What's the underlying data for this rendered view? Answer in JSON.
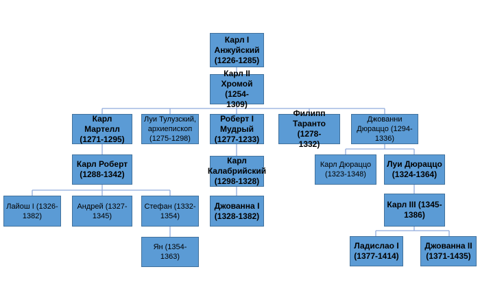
{
  "nodes": {
    "karl1": {
      "text": "Карл I\nАнжуйский\n(1226-1285)"
    },
    "karl2": {
      "text": "Карл II\nХромой (1254-\n1309)"
    },
    "karl_martell": {
      "text": "Карл Мартелл\n(1271-1295)"
    },
    "lui_tuluz": {
      "text": "Луи Тулузский,\nархиепископ\n(1275-1298)"
    },
    "robert1": {
      "text": "Роберт I\nМудрый\n(1277-1233)"
    },
    "filipp": {
      "text": "Филипп\nТаранто  (1278-\n1332)"
    },
    "dzhovanni": {
      "text": "Джованни\nДюраццо (1294-\n1336)"
    },
    "karl_robert": {
      "text": "Карл Роберт\n(1288-1342)"
    },
    "karl_kalabr": {
      "text": "Карл\nКалабрийский\n(1298-1328)"
    },
    "karl_dyur": {
      "text": "Карл Дюраццо\n(1323-1348)"
    },
    "lui_dyur": {
      "text": "Луи Дюраццо\n(1324-1364)"
    },
    "layosh": {
      "text": "Лайош I  (1326-\n1382)"
    },
    "andrey": {
      "text": "Андрей (1327-\n1345)"
    },
    "stefan": {
      "text": "Стефан (1332-\n1354)"
    },
    "dzhovanna1": {
      "text": "Джованна I\n(1328-1382)"
    },
    "karl3": {
      "text": "Карл III (1345-\n1386)"
    },
    "yan": {
      "text": "Ян (1354-1363)"
    },
    "ladislao": {
      "text": "Ладислао I\n(1377-1414)"
    },
    "dzhovanna2": {
      "text": "Джованна II\n(1371-1435)"
    }
  },
  "colors": {
    "box_fill": "#5b9bd5",
    "box_border": "#41719c",
    "connector": "#8faadc"
  }
}
